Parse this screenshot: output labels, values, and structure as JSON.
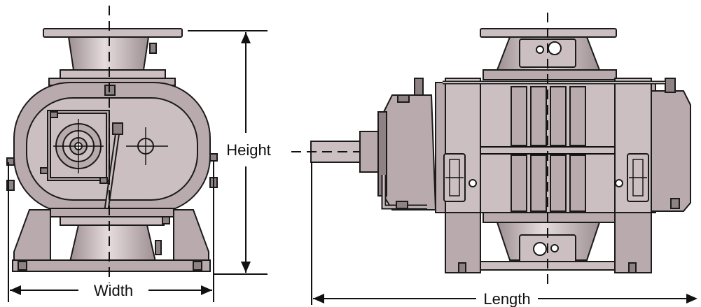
{
  "labels": {
    "width": "Width",
    "height": "Height",
    "length": "Length"
  },
  "colors": {
    "body": "#b9aaad",
    "body_light": "#cbbfc1",
    "body_dark": "#8f8285",
    "outline": "#1b1b1b",
    "background": "#ffffff"
  }
}
